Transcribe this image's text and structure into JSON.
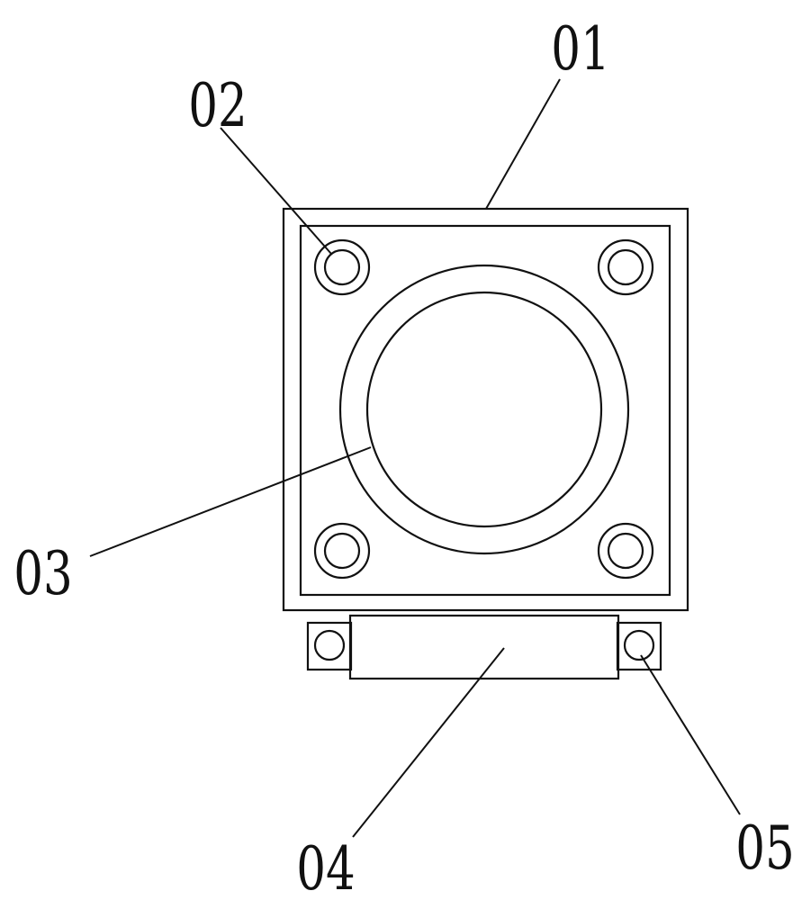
{
  "labels": {
    "housing": "01",
    "mounting_hole": "02",
    "opening": "03",
    "bottom_block": "04",
    "side_hole": "05"
  },
  "colors": {
    "line": "#111111",
    "background": "#ffffff"
  }
}
